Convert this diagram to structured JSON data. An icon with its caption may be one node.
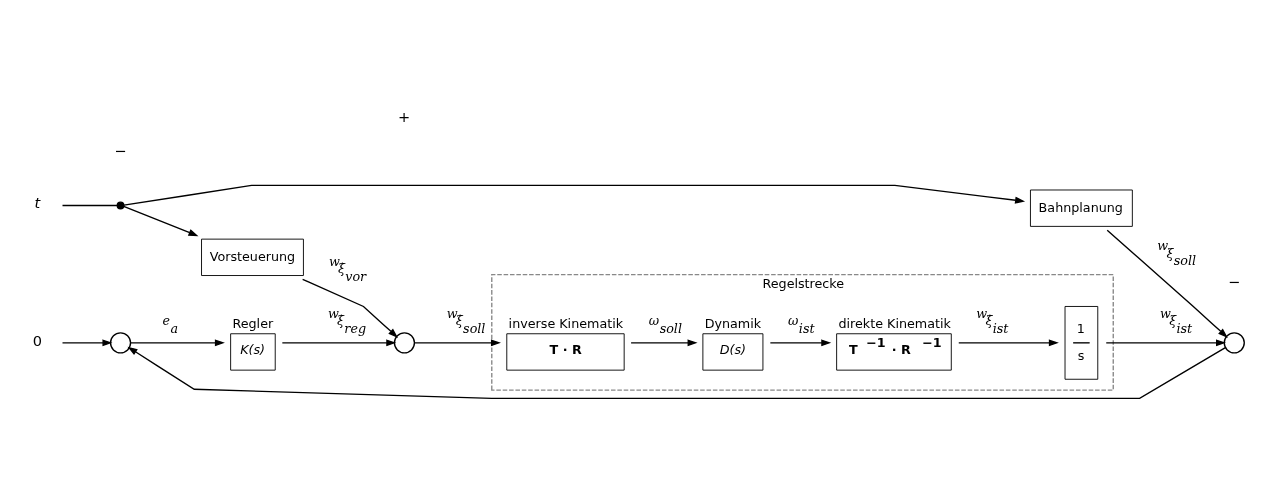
{
  "diagram": {
    "nodes": [
      {
        "text": [
          "t"
        ]
      },
      {
        "text": [],
        "shape": "circle"
      },
      {
        "text": [
          "Bahnplanung"
        ]
      },
      {
        "text": [
          "Vorsteuerung"
        ]
      },
      {
        "text": [
          "0"
        ]
      },
      {
        "text": [],
        "shape": "circle"
      },
      {
        "text": [
          "K(s)"
        ],
        "beside": [
          "Regler"
        ]
      },
      {
        "text": [],
        "shape": "circle"
      },
      {
        "text": [
          "Regelstrecke"
        ]
      },
      {
        "text": [
          "T · R"
        ],
        "beside": [
          "inverse Kinematik"
        ],
        "in": 8
      },
      {
        "text": [
          "D(s)"
        ],
        "beside": [
          "Dynamik"
        ],
        "in": 8
      },
      {
        "text": [
          "T$^{−1}$ · R$^{−1}$"
        ],
        "beside": [
          "direkte Kinematik"
        ],
        "in": 8
      },
      {
        "text": [
          "1",
          "s"
        ],
        "in": 8
      },
      {
        "text": [],
        "shape": "circle"
      }
    ],
    "edges": [
      {
        "from": 0,
        "to": 1,
        "arrow": "none"
      },
      {
        "from": 1,
        "to": 2,
        "arrow": "to"
      },
      {
        "from": 1,
        "to": 3,
        "arrow": "to"
      },
      {
        "from": 2,
        "to": 13,
        "arrow": "to",
        "label": "$^{w}$ξ$_{soll}$"
      },
      {
        "from": 3,
        "to": 7,
        "arrow": "to",
        "label": "$^{w}$ξ̇$_{vor}$"
      },
      {
        "from": 4,
        "to": 5,
        "arrow": "to"
      },
      {
        "from": 5,
        "to": 6,
        "arrow": "to",
        "label": "e$_{a}$"
      },
      {
        "from": 6,
        "to": 7,
        "arrow": "to",
        "label": "$^{w}$ξ̇$_{reg}$"
      },
      {
        "from": 7,
        "to": 9,
        "arrow": "to",
        "label": "$^{w}$ξ̇$_{soll}$"
      },
      {
        "from": 9,
        "to": 10,
        "arrow": "to",
        "label": "ω$_{soll}$"
      },
      {
        "from": 10,
        "to": 11,
        "arrow": "to",
        "label": "ω$_{ist}$"
      },
      {
        "from": 11,
        "to": 12,
        "arrow": "to",
        "label": "$^{w}$ξ̇$_{ist}$"
      },
      {
        "from": 12,
        "to": 13,
        "arrow": "to",
        "label": "$^{w}$ξ$_{ist}$"
      },
      {
        "from": 13,
        "to": 5,
        "arrow": "to"
      }
    ],
    "labels": [
      "+",
      "−",
      "−"
    ]
  }
}
